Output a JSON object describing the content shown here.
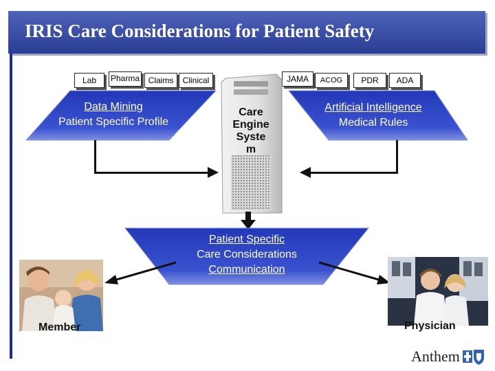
{
  "title": "IRIS Care Considerations for Patient Safety",
  "left_sources": [
    "Lab",
    "Pharma",
    "Claims",
    "Clinical"
  ],
  "right_sources": [
    "JAMA",
    "ACOG",
    "PDR",
    "ADA"
  ],
  "left_block": {
    "line1": "Data Mining",
    "line2": "Patient Specific Profile"
  },
  "right_block": {
    "line1": "Artificial Intelligence",
    "line2": "Medical Rules"
  },
  "engine": {
    "line1": "Care",
    "line2": "Engine",
    "line3": "Syste",
    "line4": "m"
  },
  "bottom_block": {
    "line1": "Patient Specific",
    "line2": "Care Considerations",
    "line3": "Communication"
  },
  "member_label": "Member",
  "physician_label": "Physician",
  "logo_text": "Anthem",
  "colors": {
    "title_bar": "#2a3d94",
    "block": "#2f46c6",
    "block_edge": "#6f80d8"
  }
}
